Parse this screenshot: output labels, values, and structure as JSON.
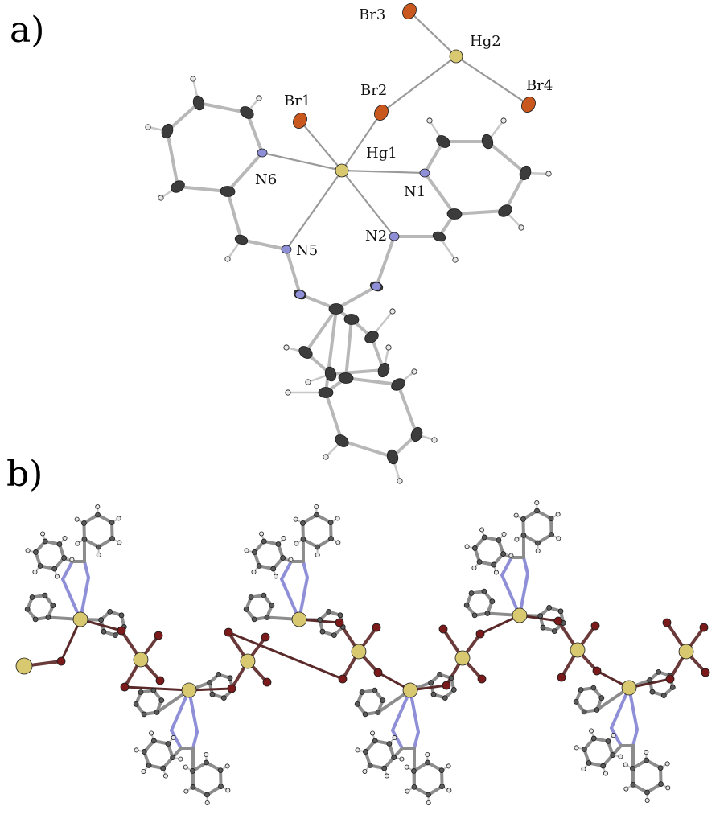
{
  "panels": {
    "a": {
      "label": "a)"
    },
    "b": {
      "label": "b)"
    }
  },
  "atom_labels": {
    "Br1": "Br1",
    "Br2": "Br2",
    "Br3": "Br3",
    "Br4": "Br4",
    "Hg1": "Hg1",
    "Hg2": "Hg2",
    "N1": "N1",
    "N2": "N2",
    "N5": "N5",
    "N6": "N6"
  },
  "colors": {
    "carbon": "#3c3c3c",
    "nitrogen": "#8f8fd8",
    "bromine": "#c8581e",
    "bromine_chain": "#7a1a1a",
    "mercury": "#d8c870",
    "hydrogen": "#e8e8e8",
    "bond": "#b4b4b4"
  }
}
